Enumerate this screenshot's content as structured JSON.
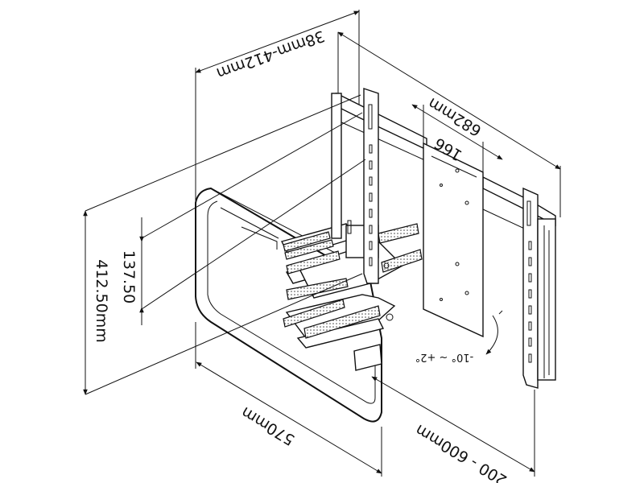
{
  "dimensions": {
    "vesa_spacing": "38mm-412mm",
    "max_width": "682mm",
    "plate_width": "166",
    "inner_height": "137.50",
    "total_height": "412.50mm",
    "wall_width": "570mm",
    "arm_range": "200 - 600mm",
    "tilt": "-10° ~ +2°"
  },
  "colors": {
    "line": "#111111",
    "background": "#ffffff",
    "shade": "#d9d9d9"
  }
}
